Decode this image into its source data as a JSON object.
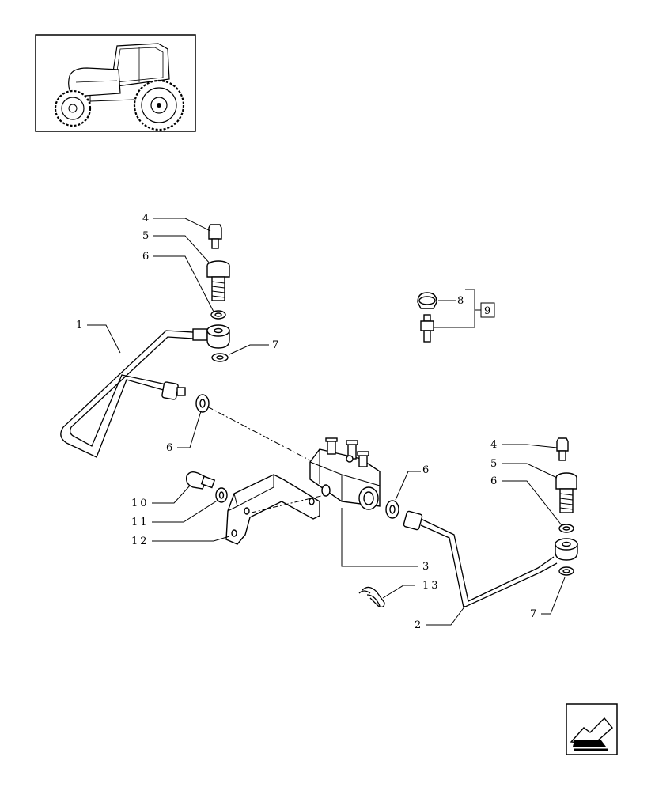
{
  "thumbnail": {
    "icon": "tractor-icon"
  },
  "callouts": {
    "c1": "1",
    "c2": "2",
    "c3": "3",
    "c4a": "4",
    "c5a": "5",
    "c6a": "6",
    "c7a": "7",
    "c6b": "6",
    "c6c": "6",
    "c4b": "4",
    "c5b": "5",
    "c6d": "6",
    "c7b": "7",
    "c8": "8",
    "c9": "9",
    "c10": "10",
    "c11": "11",
    "c12": "12",
    "c13": "13"
  },
  "nav": {
    "icon": "arrow-left-icon"
  }
}
